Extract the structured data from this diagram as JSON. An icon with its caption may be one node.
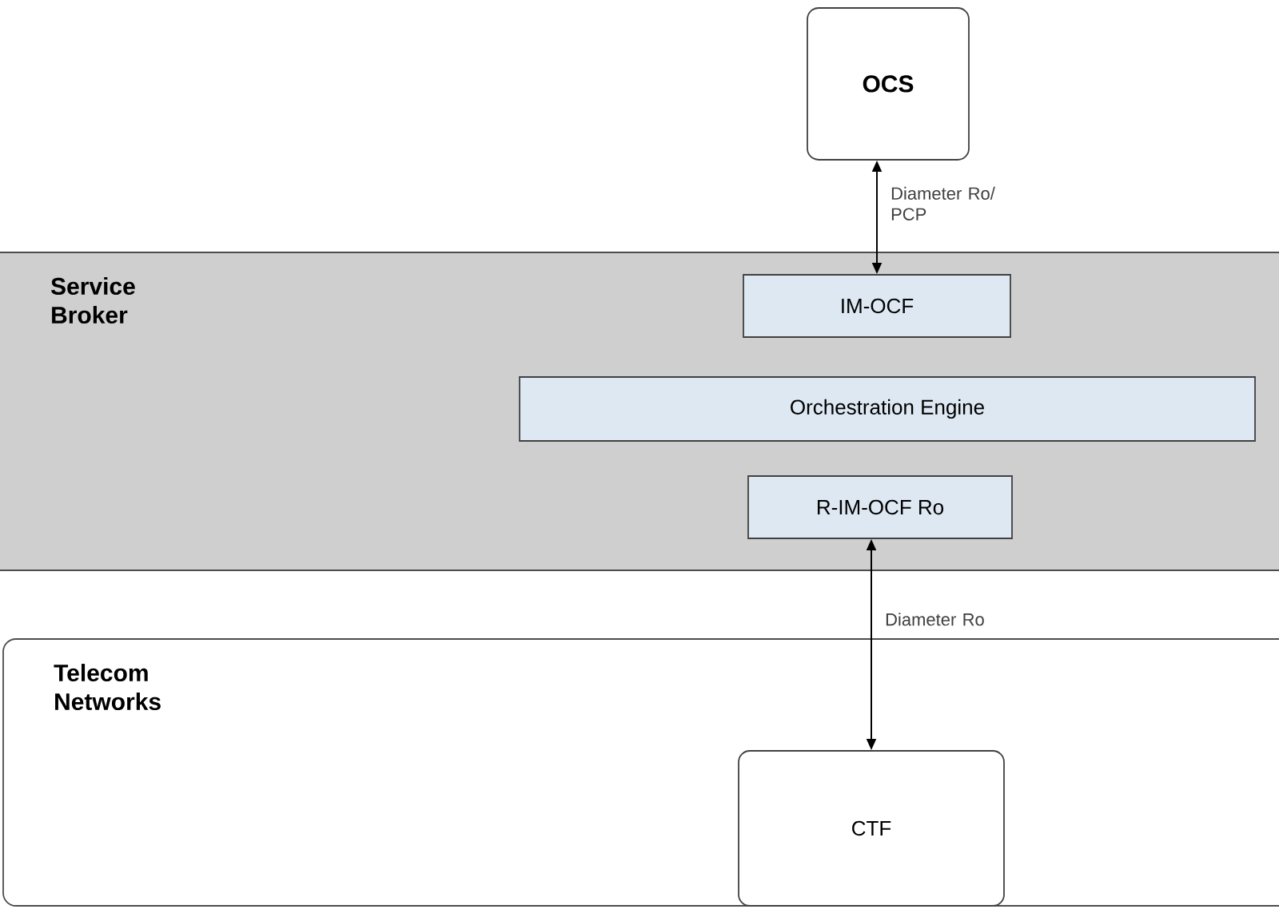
{
  "diagram": {
    "nodes": [
      {
        "text": [
          "OCS"
        ]
      },
      {
        "text": [
          "Service Broker"
        ]
      },
      {
        "text": [
          "IM-OCF"
        ],
        "in": 1
      },
      {
        "text": [
          "Orchestration Engine"
        ],
        "in": 1
      },
      {
        "text": [
          "R-IM-OCF Ro"
        ],
        "in": 1
      },
      {
        "text": [
          "Telecom Networks"
        ]
      },
      {
        "text": [
          "CTF"
        ],
        "in": 5
      }
    ],
    "edges": [
      {
        "from": 0,
        "to": 2,
        "arrow": "both",
        "label": "Diameter Ro/ PCP"
      },
      {
        "from": 4,
        "to": 6,
        "arrow": "both",
        "label": "Diameter Ro"
      }
    ]
  }
}
